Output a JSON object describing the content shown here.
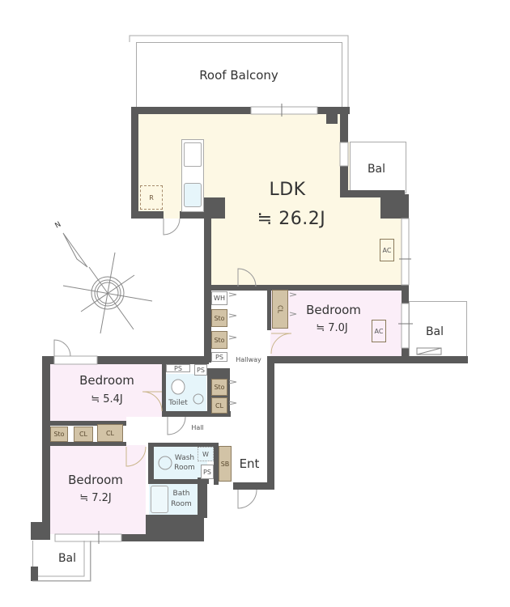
{
  "plan": {
    "rooms": {
      "roof_balcony": {
        "name": "Roof Balcony"
      },
      "ldk": {
        "name": "LDK",
        "area": "≒ 26.2J"
      },
      "bedroom_east": {
        "name": "Bedroom",
        "area": "≒ 7.0J"
      },
      "bedroom_west": {
        "name": "Bedroom",
        "area": "≒ 5.4J"
      },
      "bedroom_south": {
        "name": "Bedroom",
        "area": "≒ 7.2J"
      },
      "balcony_east_upper": {
        "name": "Bal"
      },
      "balcony_east_lower": {
        "name": "Bal"
      },
      "balcony_south": {
        "name": "Bal"
      },
      "hallway": {
        "name": "Hallway"
      },
      "hall": {
        "name": "Hall"
      },
      "toilet": {
        "name": "Toilet"
      },
      "wash_room": {
        "name": "Wash Room"
      },
      "bath_room": {
        "name": "Bath Room"
      },
      "entrance": {
        "name": "Ent"
      }
    },
    "fixtures": {
      "refrigerator": "R",
      "ac_ldk": "AC",
      "ac_bedroom": "AC",
      "wh": "WH",
      "sto_1": "Sto",
      "sto_2": "Sto",
      "sto_3": "Sto",
      "sto_4": "Sto",
      "cl_bedroom_east": "CL",
      "cl_hall": "CL",
      "cl_1": "CL",
      "cl_2": "CL",
      "ps_1": "PS",
      "ps_2": "PS",
      "ps_3": "PS",
      "ps_4": "PS",
      "washer": "W",
      "shoe_box": "SB"
    },
    "compass": {
      "north_label": "N"
    },
    "colors": {
      "wall": "#5a5a5a",
      "ldk_floor": "#fdf8e4",
      "bedroom_floor": "#fbeef8",
      "wet_floor": "#e6f5fa",
      "storage": "#d2c3a6"
    }
  }
}
